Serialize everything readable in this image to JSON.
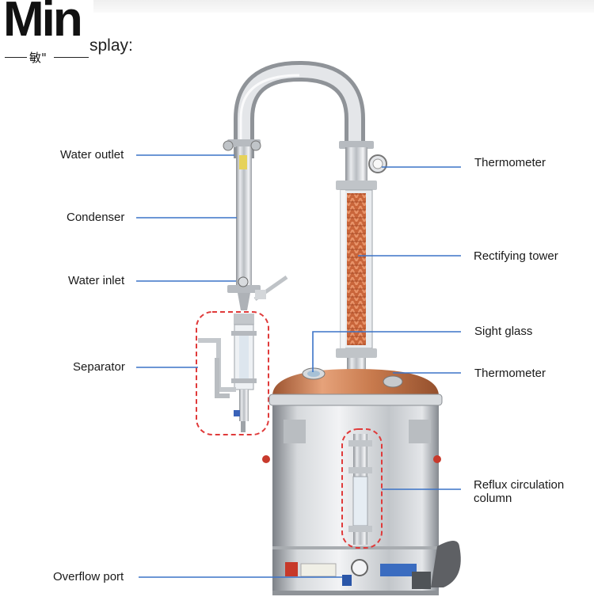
{
  "logo": {
    "word": "Min",
    "sub": "敏\""
  },
  "heading": "splay:",
  "labels": {
    "water_outlet": "Water outlet",
    "condenser": "Condenser",
    "water_inlet": "Water inlet",
    "separator": "Separator",
    "overflow_port": "Overflow port",
    "thermometer_top": "Thermometer",
    "rectifying_tower": "Rectifying tower",
    "sight_glass": "Sight glass",
    "thermometer_lid": "Thermometer",
    "reflux_line1": "Reflux circulation",
    "reflux_line2": "column"
  },
  "colors": {
    "leader": "#3b73c7",
    "highlight": "#e03a3a",
    "copper": "#c8794a",
    "steel": "#c9ccd0"
  }
}
